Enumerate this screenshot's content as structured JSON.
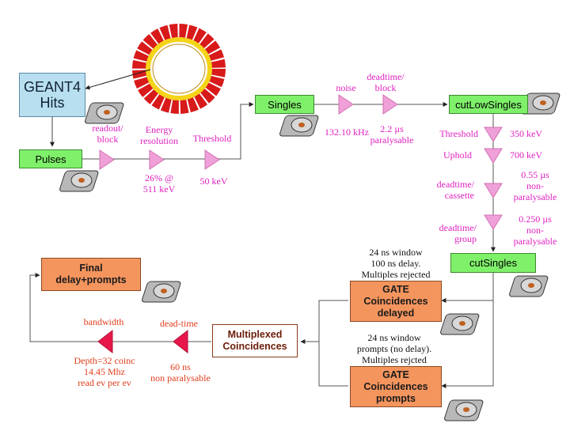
{
  "boxes": {
    "geant4": "GEANT4\nHits",
    "pulses": "Pulses",
    "singles": "Singles",
    "cut_low_singles": "cutLowSingles",
    "cut_singles": "cutSingles",
    "gate_delayed": "GATE\nCoincidences\ndelayed",
    "gate_prompts": "GATE\nCoincidences\nprompts",
    "multiplexed": "Multiplexed\nCoincidences",
    "final": "Final\ndelay+prompts"
  },
  "labels": {
    "readout": "readout/\nblock",
    "energy_resolution": "Energy\nresolution",
    "energy_value": "26% @\n511 keV",
    "threshold_top": "Threshold",
    "threshold_value": "50 keV",
    "noise": "noise",
    "noise_value": "132.10 kHz",
    "deadtime_block": "deadtime/\nblock",
    "deadtime_block_value": "2.2 µs\nparalysable",
    "threshold_right": "Threshold",
    "threshold_right_value": "350 keV",
    "uphold": "Uphold",
    "uphold_value": "700 keV",
    "deadtime_cassette": "deadtime/\ncassette",
    "deadtime_cassette_value": "0.55 µs\nnon-\nparalysable",
    "deadtime_group": "deadtime/\ngroup",
    "deadtime_group_value": "0.250 µs\nnon-\nparalysable",
    "delayed_note": "24 ns window\n100 ns delay.\nMultiples rejected",
    "prompts_note": "24 ns window\nprompts (no delay).\nMultiples rejcted",
    "dead_time": "dead-time",
    "dead_time_value": "60 ns\nnon paralysable",
    "bandwidth": "bandwidth",
    "bandwidth_value": "Depth=32 coinc\n14.45 Mhz\nread ev per ev"
  },
  "colors": {
    "green_box": "#7ff06a",
    "blue_box": "#b7dff0",
    "orange_box": "#f4955e",
    "pink_triangle": "#f0a0d8",
    "red_triangle": "#e8174a",
    "pink_text": "#e020c0",
    "red_text": "#e23d1c"
  },
  "icons": {
    "detector": "detector-ring-icon",
    "disk": "hard-disk-icon"
  }
}
